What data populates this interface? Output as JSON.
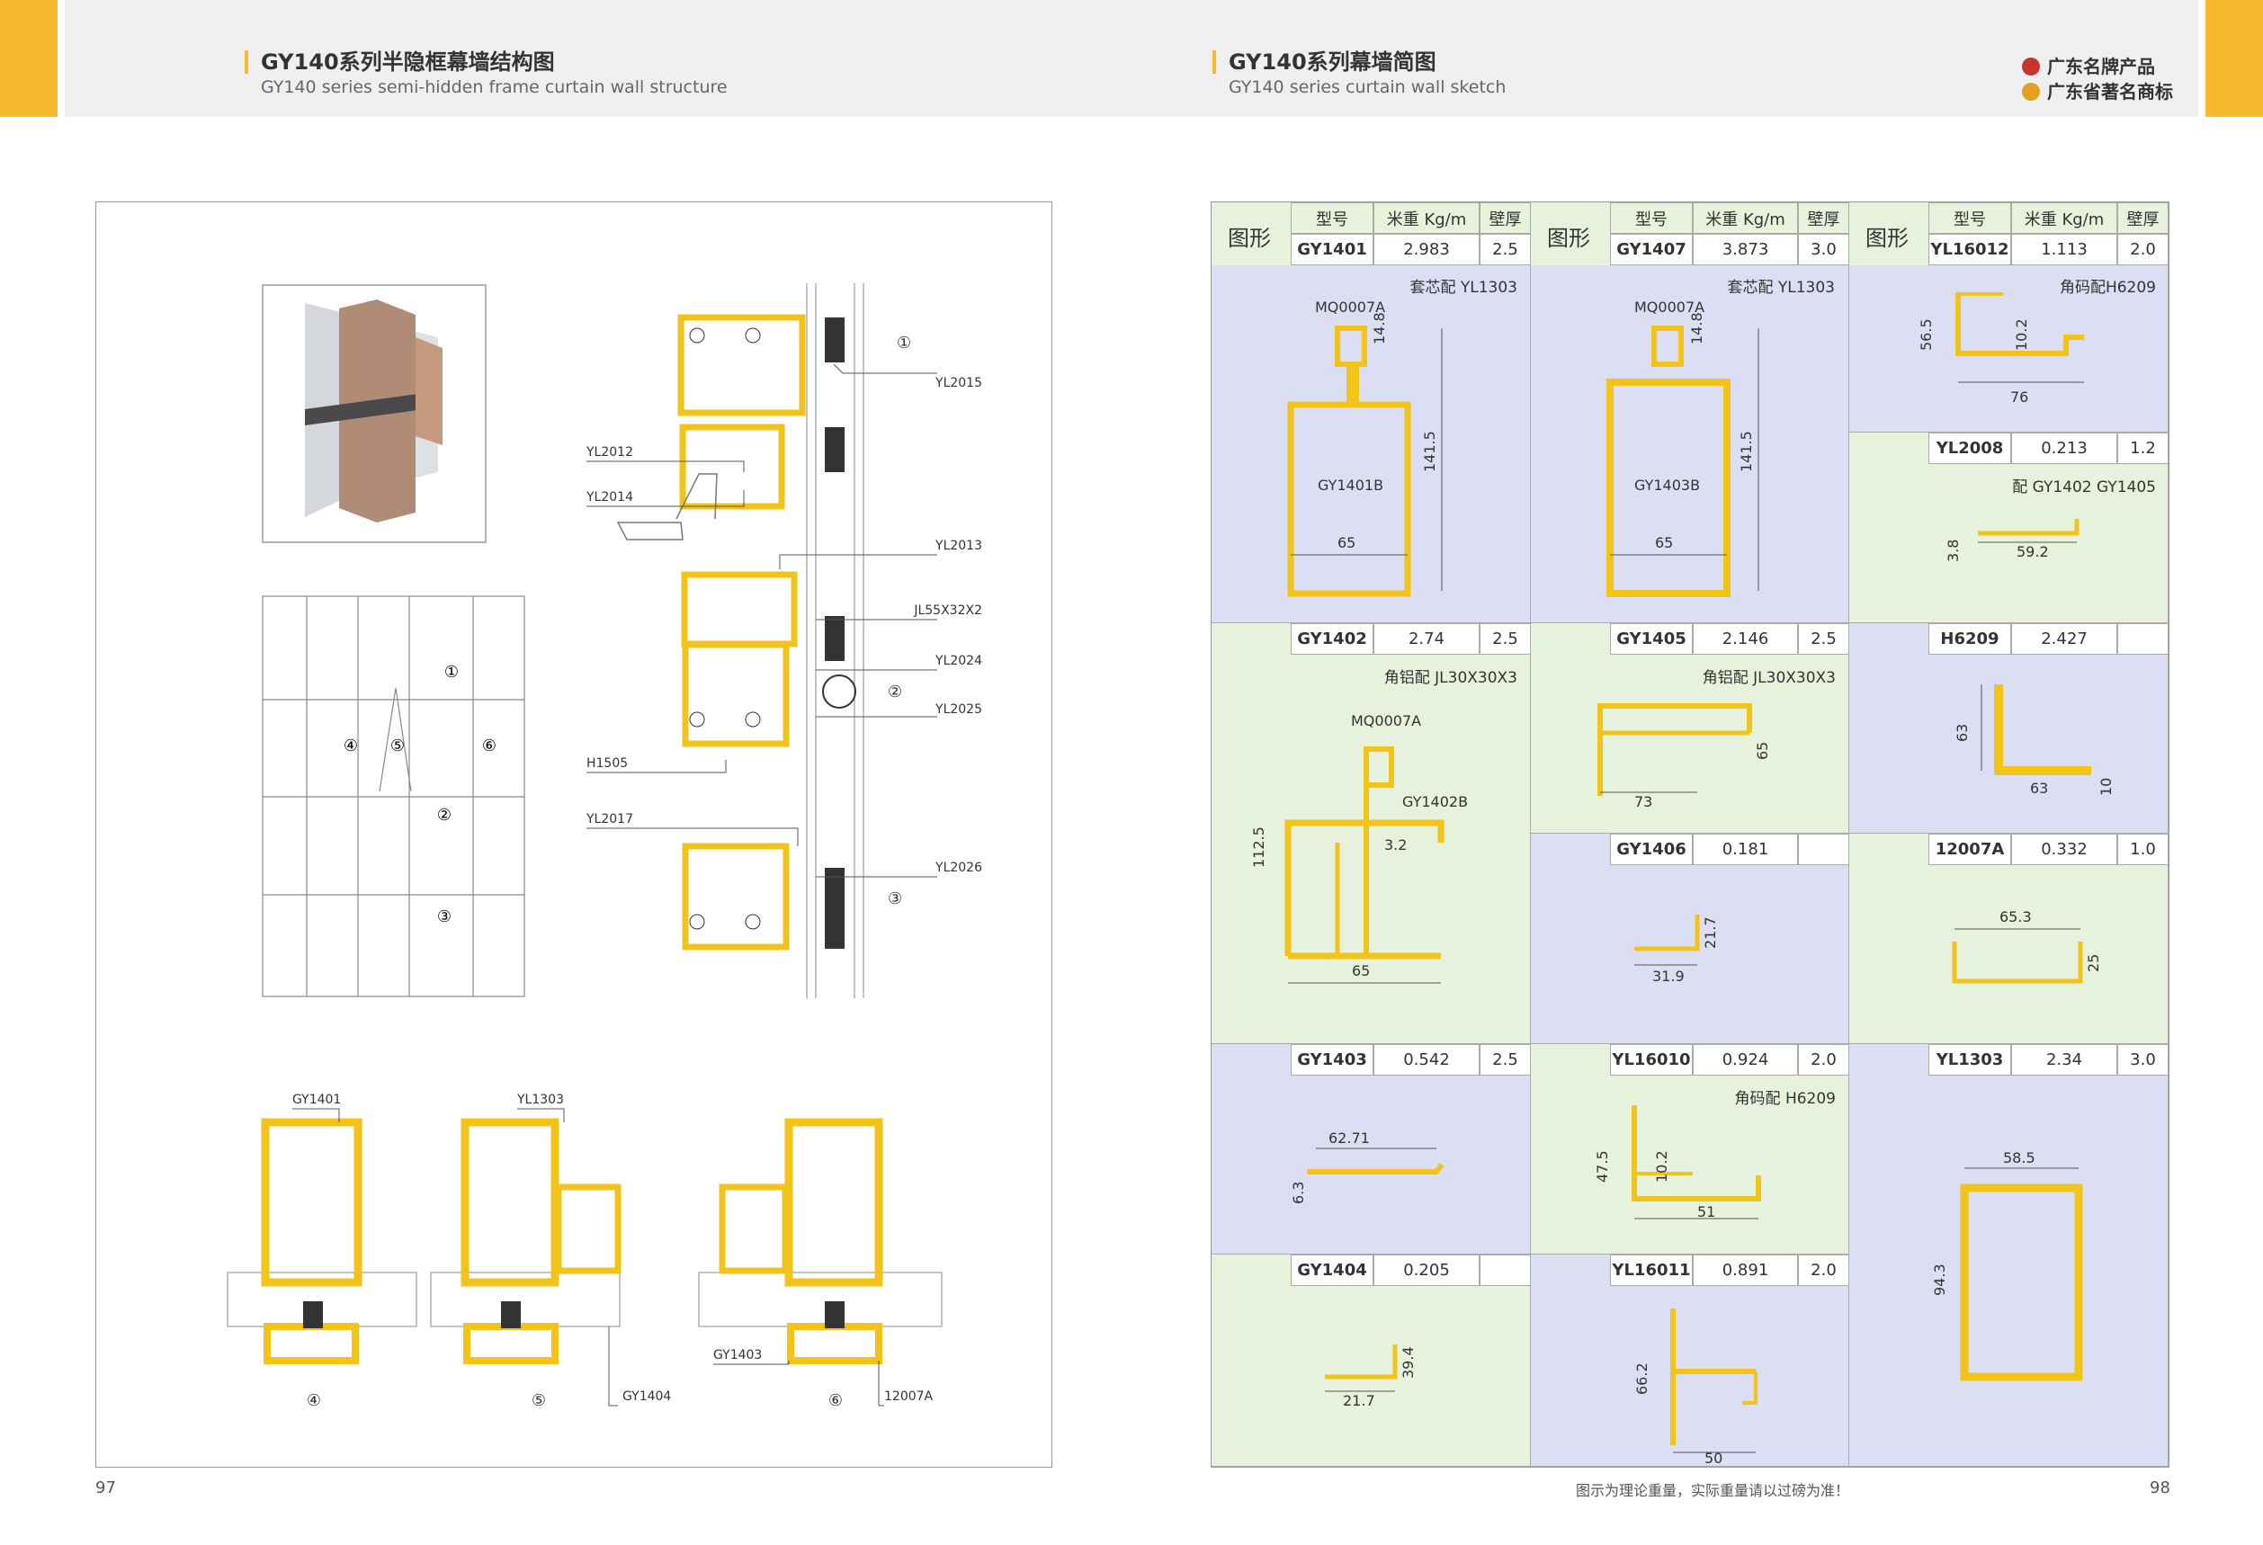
{
  "header": {
    "left_title_zh": "GY140系列半隐框幕墙结构图",
    "left_title_en": "GY140 series semi-hidden frame curtain wall structure",
    "right_title_zh": "GY140系列幕墙简图",
    "right_title_en": "GY140 series curtain wall sketch",
    "brand_line1": "广东名牌产品",
    "brand_line2": "广东省著名商标"
  },
  "page_left": "97",
  "page_right": "98",
  "footer_note": "图示为理论重量，实际重量请以过磅为准！",
  "colors": {
    "accent": "#f6b92f",
    "profile": "#f2c318",
    "blue_panel": "#dcdff4",
    "green_panel": "#e6f2dc"
  },
  "table_header": {
    "shape": "图形",
    "model": "型号",
    "weight": "米重 Kg/m",
    "thickness": "壁厚"
  },
  "structure_labels": {
    "yl2015": "YL2015",
    "yl2012": "YL2012",
    "yl2014": "YL2014",
    "yl2013": "YL2013",
    "jl": "JL55X32X2",
    "yl2024": "YL2024",
    "yl2025": "YL2025",
    "h1505": "H1505",
    "yl2017": "YL2017",
    "yl2026": "YL2026",
    "gy1401": "GY1401",
    "yl1303": "YL1303",
    "gy1404": "GY1404",
    "gy1403": "GY1403",
    "a12007": "12007A",
    "c1": "①",
    "c2": "②",
    "c3": "③",
    "c4": "④",
    "c5": "⑤",
    "c6": "⑥"
  },
  "profiles": {
    "gy1401": {
      "model": "GY1401",
      "weight": "2.983",
      "thick": "2.5",
      "note": "套芯配 YL1303",
      "mq": "MQ0007A",
      "inner": "GY1401B",
      "d1": "14.8",
      "d2": "141.5",
      "d3": "65"
    },
    "gy1407": {
      "model": "GY1407",
      "weight": "3.873",
      "thick": "3.0",
      "note": "套芯配 YL1303",
      "mq": "MQ0007A",
      "inner": "GY1403B",
      "d1": "14.8",
      "d2": "141.5",
      "d3": "65"
    },
    "yl16012": {
      "model": "YL16012",
      "weight": "1.113",
      "thick": "2.0",
      "note": "角码配H6209",
      "d1": "56.5",
      "d2": "10.2",
      "d3": "76"
    },
    "yl2008": {
      "model": "YL2008",
      "weight": "0.213",
      "thick": "1.2",
      "note": "配 GY1402  GY1405",
      "d1": "3.8",
      "d2": "59.2"
    },
    "gy1402": {
      "model": "GY1402",
      "weight": "2.74",
      "thick": "2.5",
      "note": "角铝配 JL30X30X3",
      "mq": "MQ0007A",
      "inner": "GY1402B",
      "d1": "112.5",
      "d2": "3.2",
      "d3": "65"
    },
    "gy1405": {
      "model": "GY1405",
      "weight": "2.146",
      "thick": "2.5",
      "note": "角铝配 JL30X30X3",
      "d1": "65",
      "d2": "73"
    },
    "h6209": {
      "model": "H6209",
      "weight": "2.427",
      "thick": "",
      "d1": "63",
      "d2": "63",
      "d3": "10"
    },
    "gy1406": {
      "model": "GY1406",
      "weight": "0.181",
      "thick": "",
      "d1": "21.7",
      "d2": "31.9"
    },
    "a12007": {
      "model": "12007A",
      "weight": "0.332",
      "thick": "1.0",
      "d1": "65.3",
      "d2": "25"
    },
    "gy1403": {
      "model": "GY1403",
      "weight": "0.542",
      "thick": "2.5",
      "d1": "62.71",
      "d2": "6.3"
    },
    "yl16010": {
      "model": "YL16010",
      "weight": "0.924",
      "thick": "2.0",
      "note": "角码配 H6209",
      "d1": "47.5",
      "d2": "10.2",
      "d3": "51"
    },
    "yl1303": {
      "model": "YL1303",
      "weight": "2.34",
      "thick": "3.0",
      "d1": "58.5",
      "d2": "94.3"
    },
    "gy1404": {
      "model": "GY1404",
      "weight": "0.205",
      "thick": "",
      "d1": "21.7",
      "d2": "39.4"
    },
    "yl16011": {
      "model": "YL16011",
      "weight": "0.891",
      "thick": "2.0",
      "d1": "66.2",
      "d2": "50"
    }
  }
}
